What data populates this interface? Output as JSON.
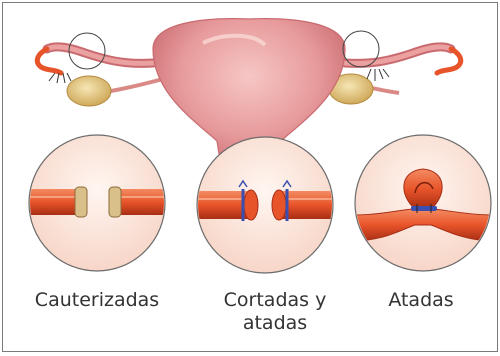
{
  "labels": {
    "cauterized": "Cauterizadas",
    "cut_tied_line1": "Cortadas y",
    "cut_tied_line2": "atadas",
    "tied": "Atadas"
  },
  "colors": {
    "uterus": "#e79a9b",
    "uterus_shadow": "#c96a70",
    "tube": "#e8542a",
    "tube_dark": "#b8361c",
    "ovary": "#e9d08a",
    "circle_fill": "#fbe7de",
    "circle_stroke": "#6b6b6b",
    "suture": "#3a4fb0",
    "cauterized_end": "#d9c08a"
  }
}
